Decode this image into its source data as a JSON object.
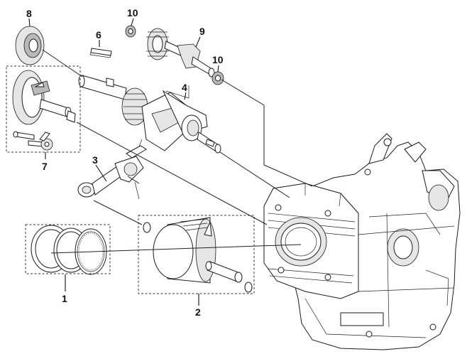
{
  "callouts": [
    {
      "id": "1",
      "label": "1"
    },
    {
      "id": "2",
      "label": "2"
    },
    {
      "id": "3",
      "label": "3"
    },
    {
      "id": "4",
      "label": "4"
    },
    {
      "id": "6",
      "label": "6"
    },
    {
      "id": "7",
      "label": "7"
    },
    {
      "id": "8",
      "label": "8"
    },
    {
      "id": "9",
      "label": "9"
    },
    {
      "id": "10a",
      "label": "10"
    },
    {
      "id": "10b",
      "label": "10"
    }
  ]
}
